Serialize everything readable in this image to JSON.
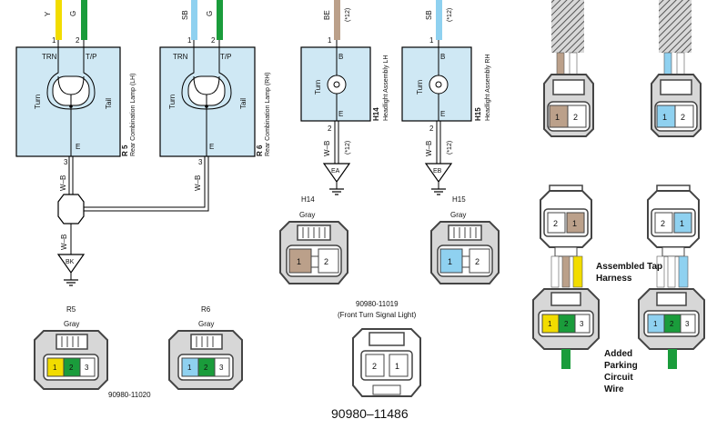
{
  "colors": {
    "box_fill": "#cfe8f4",
    "wire_yellow": "#f2dc00",
    "wire_green": "#1a9c3b",
    "wire_sky_blue": "#8fd1f0",
    "wire_beige": "#bba08a",
    "wire_white": "#ffffff",
    "pin_tan": "#bba08a",
    "connector_gray": "#d7d7d7",
    "connector_dark": "#666666"
  },
  "r5": {
    "wire_top_1": "Y",
    "wire_top_2": "G",
    "pin_1": "1",
    "pin_2": "2",
    "pin_3": "3",
    "label_trn": "TRN",
    "label_tp": "T/P",
    "label_turn": "Turn",
    "label_tail": "Tail",
    "label_e": "E",
    "code": "R 5",
    "name": "Rear Combination Lamp (LH)",
    "wire_bottom": "W–B"
  },
  "r6": {
    "wire_top_1": "SB",
    "wire_top_2": "G",
    "pin_1": "1",
    "pin_2": "2",
    "pin_3": "3",
    "label_trn": "TRN",
    "label_tp": "T/P",
    "label_turn": "Turn",
    "label_tail": "Tail",
    "label_e": "E",
    "code": "R 6",
    "name": "Rear Combination Lamp (RH)",
    "wire_bottom": "W–B"
  },
  "junction": {
    "wire_below": "W–B",
    "ground": "BK"
  },
  "h14": {
    "wire_top": "BE",
    "wire_top_note": "(*12)",
    "pin_1": "1",
    "pin_2": "2",
    "label_b": "B",
    "label_turn": "Turn",
    "label_e": "E",
    "code": "H14",
    "name": "Headlight Assembly LH",
    "wire_bottom": "W–B",
    "wire_bottom_note": "(*12)",
    "ground": "EA",
    "conn_title": "H14",
    "conn_color": "Gray",
    "conn_pin_1": "1",
    "conn_pin_2": "2"
  },
  "h15": {
    "wire_top": "SB",
    "wire_top_note": "(*12)",
    "pin_1": "1",
    "pin_2": "2",
    "label_b": "B",
    "label_turn": "Turn",
    "label_e": "E",
    "code": "H15",
    "name": "Headlight Assembly RH",
    "wire_bottom": "W–B",
    "wire_bottom_note": "(*12)",
    "ground": "EB",
    "conn_title": "H15",
    "conn_color": "Gray",
    "conn_pin_1": "1",
    "conn_pin_2": "2"
  },
  "r5_conn": {
    "title": "R5",
    "color": "Gray",
    "pin_1": "1",
    "pin_2": "2",
    "pin_3": "3",
    "part": "90980-11020"
  },
  "r6_conn": {
    "title": "R6",
    "color": "Gray",
    "pin_1": "1",
    "pin_2": "2",
    "pin_3": "3"
  },
  "front_turn": {
    "part": "90980-11019",
    "desc": "(Front Turn Signal Light)",
    "pin_2": "2",
    "pin_1": "1",
    "caption": "90980–11486"
  },
  "harness": {
    "top_left_pin_1": "1",
    "top_left_pin_2": "2",
    "top_right_pin_1": "1",
    "top_right_pin_2": "2",
    "tap_upper_left_pin_2": "2",
    "tap_upper_left_pin_1": "1",
    "tap_upper_right_pin_2": "2",
    "tap_upper_right_pin_1": "1",
    "tap_lower_left_pin_1": "1",
    "tap_lower_left_pin_2": "2",
    "tap_lower_left_pin_3": "3",
    "tap_lower_right_pin_1": "1",
    "tap_lower_right_pin_2": "2",
    "tap_lower_right_pin_3": "3",
    "label_assembled": "Assembled Tap Harness",
    "label_added_1": "Added",
    "label_added_2": "Parking",
    "label_added_3": "Circuit",
    "label_added_4": "Wire"
  }
}
